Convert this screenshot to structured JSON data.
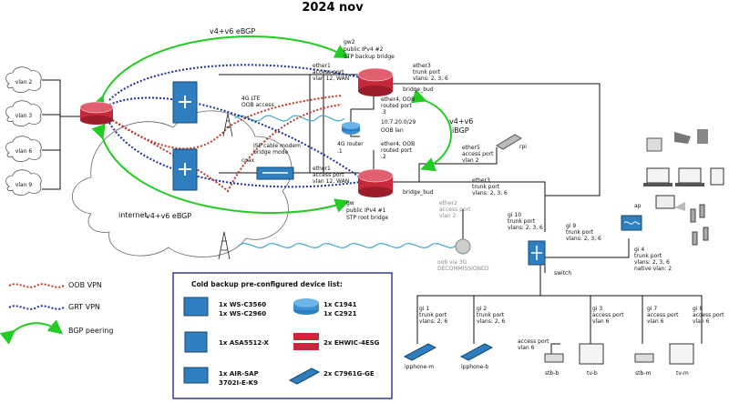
{
  "title": "2024 nov",
  "clouds": [
    "vlan 2",
    "vlan 3",
    "vlan 6",
    "vlan 9"
  ],
  "internet_label": "internet",
  "ebgp_top": "v4+v6 eBGP",
  "ebgp_bottom": "v4+v6 eBGP",
  "ibgp": [
    "v4+v6",
    "iBGP"
  ],
  "gw2": [
    "gw2",
    "public IPv4 #2",
    "STP backup bridge"
  ],
  "gw": [
    "gw",
    "public IPv4 #1",
    "STP root bridge"
  ],
  "ether1_top": [
    "ether1",
    "access port",
    "vlan 12, WAN"
  ],
  "ether3_top": [
    "ether3",
    "trunk port",
    "vlans: 2, 3, 6"
  ],
  "bridge_top": "bridge_bud",
  "lte": [
    "4G LTE",
    "OOB access"
  ],
  "ether4_top": [
    "ether4, OOB",
    "routed port",
    ".3"
  ],
  "oob_subnet": "10.7.20.0/29",
  "oob_lan": "OOB lan",
  "router4g": [
    "4G router",
    ".1"
  ],
  "ether4_bot": [
    "ether4, OOB",
    "routed port",
    ".2"
  ],
  "ether5": [
    "ether5",
    "access port",
    "vlan 2"
  ],
  "rpi": "rpi",
  "isp_modem": [
    "ISP cable modem",
    "bridge mode"
  ],
  "coax": "coax",
  "ether1_bot": [
    "ether1",
    "access port",
    "vlan 12, WAN"
  ],
  "bridge_bot": "bridge_bud",
  "ether3_bot": [
    "ether3",
    "trunk port",
    "vlans: 2, 3, 6"
  ],
  "ether2_bot": [
    "ether2",
    "access port",
    "vlan 2"
  ],
  "oob3g": [
    "oob via 3G",
    "DECOMMISSIONED"
  ],
  "gi10": [
    "gi 10",
    "trunk port",
    "vlans: 2, 3, 6"
  ],
  "gi9": [
    "gi 9",
    "trunk port",
    "vlans: 2, 3, 6"
  ],
  "switch": "switch",
  "ap": "ap",
  "gi4": [
    "gi 4",
    "trunk port",
    "vlans: 2, 3, 6",
    "native vlan: 2"
  ],
  "gi1": [
    "gi 1",
    "trunk port",
    "vlans: 2, 6"
  ],
  "gi2": [
    "gi 2",
    "trunk port",
    "vlans: 2, 6"
  ],
  "gi3": [
    "gi 3",
    "access port",
    "vlan 6"
  ],
  "gi7": [
    "gi 7",
    "access port",
    "vlan 6"
  ],
  "gi8": [
    "gi 8",
    "access port",
    "vlan 6"
  ],
  "stb_b_port": [
    "access port",
    "vlan 6"
  ],
  "endpoints": {
    "ipphone_m": "ipphone-m",
    "ipphone_b": "ipphone-b",
    "stb_b": "stb-b",
    "tv_b": "tv-b",
    "stb_m": "stb-m",
    "tv_m": "tv-m"
  },
  "legend": {
    "oob": "OOB VPN",
    "grt": "GRT VPN",
    "bgp": "BGP peering"
  },
  "backup": {
    "title": "Cold backup pre-configured device list:",
    "items": [
      {
        "lines": [
          "1x WS-C3560",
          "1x WS-C2960"
        ]
      },
      {
        "lines": [
          "1x C1941",
          "1x C2921"
        ]
      },
      {
        "lines": [
          "1x ASA5512-X"
        ]
      },
      {
        "lines": [
          "2x EHWIC-4ESG"
        ]
      },
      {
        "lines": [
          "1x AIR-SAP",
          "3702I-E-K9"
        ]
      },
      {
        "lines": [
          "2x C7961G-GE"
        ]
      }
    ]
  },
  "colors": {
    "oob": "#c0392b",
    "grt": "#1f2f9c",
    "bgp": "#22cc22",
    "device_blue": "#2f7fc0",
    "box_border": "#3a3a9a",
    "router_red": "#c8283a"
  }
}
